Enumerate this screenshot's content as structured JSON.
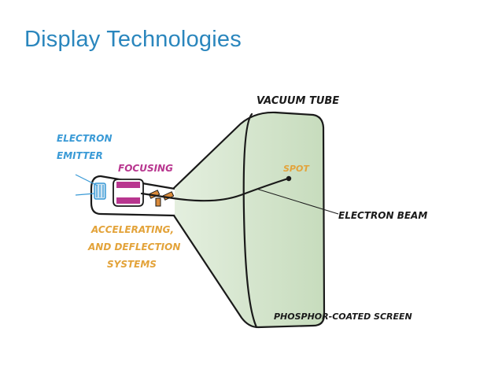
{
  "slide": {
    "title": "Display Technologies"
  },
  "diagram": {
    "labels": {
      "vacuum_tube": "VACUUM TUBE",
      "electron_emitter_line1": "ELECTRON",
      "electron_emitter_line2": "EMITTER",
      "focusing": "FOCUSING",
      "spot": "SPOT",
      "electron_beam": "ELECTRON BEAM",
      "accelerating_line1": "ACCELERATING,",
      "accelerating_line2": "AND DEFLECTION",
      "accelerating_line3": "SYSTEMS",
      "phosphor_screen": "PHOSPHOR-COATED SCREEN"
    },
    "colors": {
      "tube_fill": "#cfe3c6",
      "outline": "#1a1a1a",
      "emitter_label": "#3a9ad6",
      "focusing_label": "#b8368f",
      "spot_label": "#e3a33a",
      "accelerating_label": "#e3a33a",
      "magnet": "#b8368f",
      "plates": "#d98a3a"
    }
  }
}
